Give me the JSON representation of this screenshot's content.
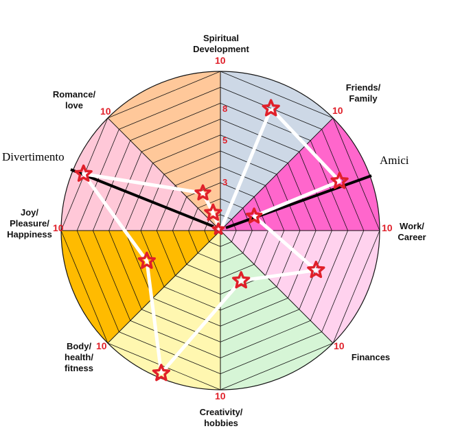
{
  "wheel": {
    "max_value": 10,
    "segments": [
      {
        "label": "Spiritual\nDevelopment",
        "max_label": "10",
        "color": "#cdd8e6",
        "score": 8.3
      },
      {
        "label": "Friends/\nFamily",
        "max_label": "10",
        "color": "#ff66cc",
        "score": 8.1
      },
      {
        "label": "Work/\nCareer",
        "max_label": "10",
        "color": "#ffd2ee",
        "score": 6.5
      },
      {
        "label": "Finances",
        "max_label": "10",
        "color": "#d6f5d6",
        "score": 3.4
      },
      {
        "label": "Creativity/\nhobbies",
        "max_label": "10",
        "color": "#fff7b0",
        "score": 9.7
      },
      {
        "label": "Body/\nhealth/\nfitness",
        "max_label": "10",
        "color": "#ffbb00",
        "score": 5.0
      },
      {
        "label": "Joy/\nPleasure/\nHappiness",
        "max_label": "10",
        "color": "#ffc8d8",
        "score": 9.3
      },
      {
        "label": "Romance/\nlove",
        "max_label": "10",
        "color": "#ffc89a",
        "score": 1.2
      }
    ],
    "extra_marks": [
      {
        "name": "friends-extra",
        "score": 2.3,
        "angle_deg": 22
      },
      {
        "name": "joy-extra",
        "score": 2.6,
        "angle_deg": 110
      }
    ],
    "tick_labels": [
      "8",
      "5",
      "3"
    ],
    "annotations": {
      "amici": "Amici",
      "divertimento": "Divertimento"
    },
    "colors": {
      "outline": "#111111",
      "score_line": "#ffffff",
      "marker": "#e0202a",
      "pointer": "#000000"
    }
  }
}
